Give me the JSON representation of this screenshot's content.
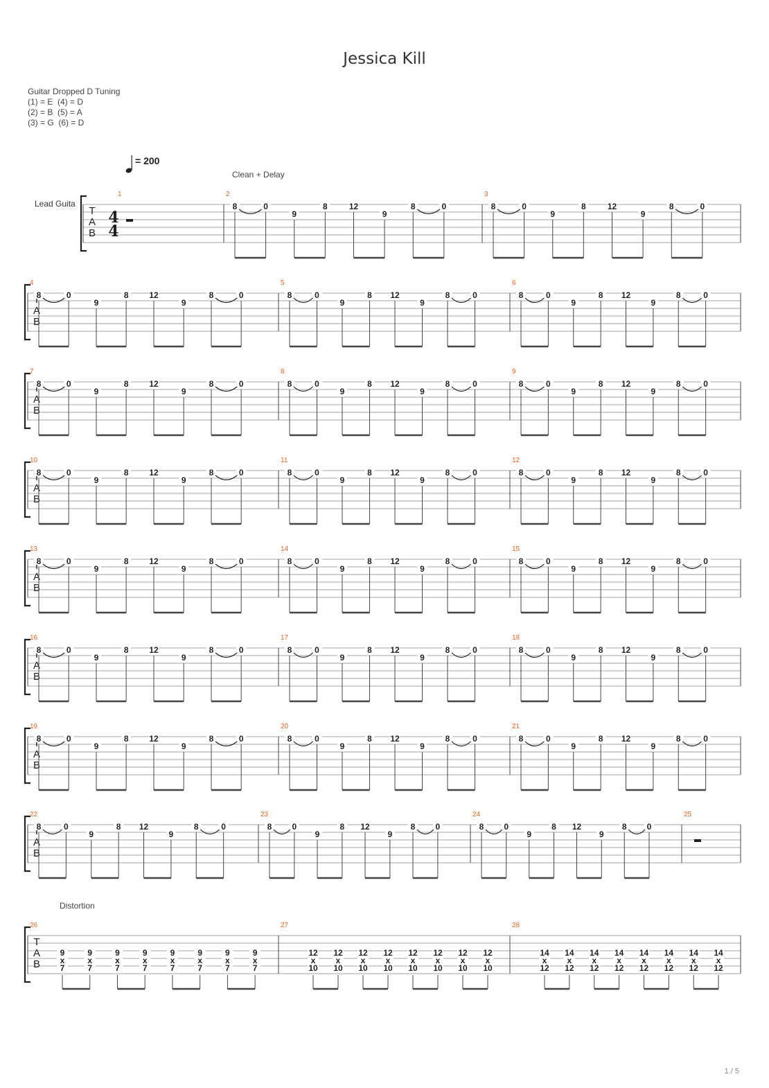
{
  "title": "Jessica Kill",
  "tuning": {
    "heading": "Guitar Dropped D Tuning",
    "lines": [
      "(1) = E  (4) = D",
      "(2) = B  (5) = A",
      "(3) = G  (6) = D"
    ]
  },
  "tempo": "= 200",
  "track_name": "Lead Guita",
  "effects": {
    "clean": "Clean + Delay",
    "distortion": "Distortion"
  },
  "tab_letters": [
    "T",
    "A",
    "B"
  ],
  "time_signature": {
    "top": "4",
    "bottom": "4"
  },
  "page_number": "1 / 5",
  "riff_a": [
    {
      "frets": [
        {
          "s": 1,
          "f": "8"
        },
        {
          "s": 1,
          "f": "0"
        }
      ],
      "tie": true
    },
    {
      "frets": [
        {
          "s": 2,
          "f": "9"
        },
        {
          "s": 1,
          "f": "8"
        }
      ],
      "tie": false
    },
    {
      "frets": [
        {
          "s": 1,
          "f": "12"
        },
        {
          "s": 2,
          "f": "9"
        }
      ],
      "tie": false
    },
    {
      "frets": [
        {
          "s": 1,
          "f": "8"
        },
        {
          "s": 1,
          "f": "0"
        }
      ],
      "tie": true
    }
  ],
  "systems": [
    {
      "measures": [
        {
          "n": "1",
          "type": "rest"
        },
        {
          "n": "2",
          "type": "riff"
        },
        {
          "n": "3",
          "type": "riff"
        }
      ]
    },
    {
      "measures": [
        {
          "n": "4",
          "type": "riff"
        },
        {
          "n": "5",
          "type": "riff"
        },
        {
          "n": "6",
          "type": "riff"
        }
      ]
    },
    {
      "measures": [
        {
          "n": "7",
          "type": "riff"
        },
        {
          "n": "8",
          "type": "riff"
        },
        {
          "n": "9",
          "type": "riff"
        }
      ]
    },
    {
      "measures": [
        {
          "n": "10",
          "type": "riff"
        },
        {
          "n": "11",
          "type": "riff"
        },
        {
          "n": "12",
          "type": "riff"
        }
      ]
    },
    {
      "measures": [
        {
          "n": "13",
          "type": "riff"
        },
        {
          "n": "14",
          "type": "riff"
        },
        {
          "n": "15",
          "type": "riff"
        }
      ]
    },
    {
      "measures": [
        {
          "n": "16",
          "type": "riff"
        },
        {
          "n": "17",
          "type": "riff"
        },
        {
          "n": "18",
          "type": "riff"
        }
      ]
    },
    {
      "measures": [
        {
          "n": "19",
          "type": "riff"
        },
        {
          "n": "20",
          "type": "riff"
        },
        {
          "n": "21",
          "type": "riff"
        }
      ]
    },
    {
      "measures": [
        {
          "n": "22",
          "type": "riff"
        },
        {
          "n": "23",
          "type": "riff"
        },
        {
          "n": "24",
          "type": "riff"
        },
        {
          "n": "25",
          "type": "rest"
        }
      ]
    },
    {
      "measures": [
        {
          "n": "26",
          "type": "chord",
          "chord": [
            "9",
            "x",
            "7"
          ]
        },
        {
          "n": "27",
          "type": "chord",
          "chord": [
            "12",
            "x",
            "10"
          ]
        },
        {
          "n": "28",
          "type": "chord",
          "chord": [
            "14",
            "x",
            "12"
          ]
        }
      ]
    }
  ]
}
